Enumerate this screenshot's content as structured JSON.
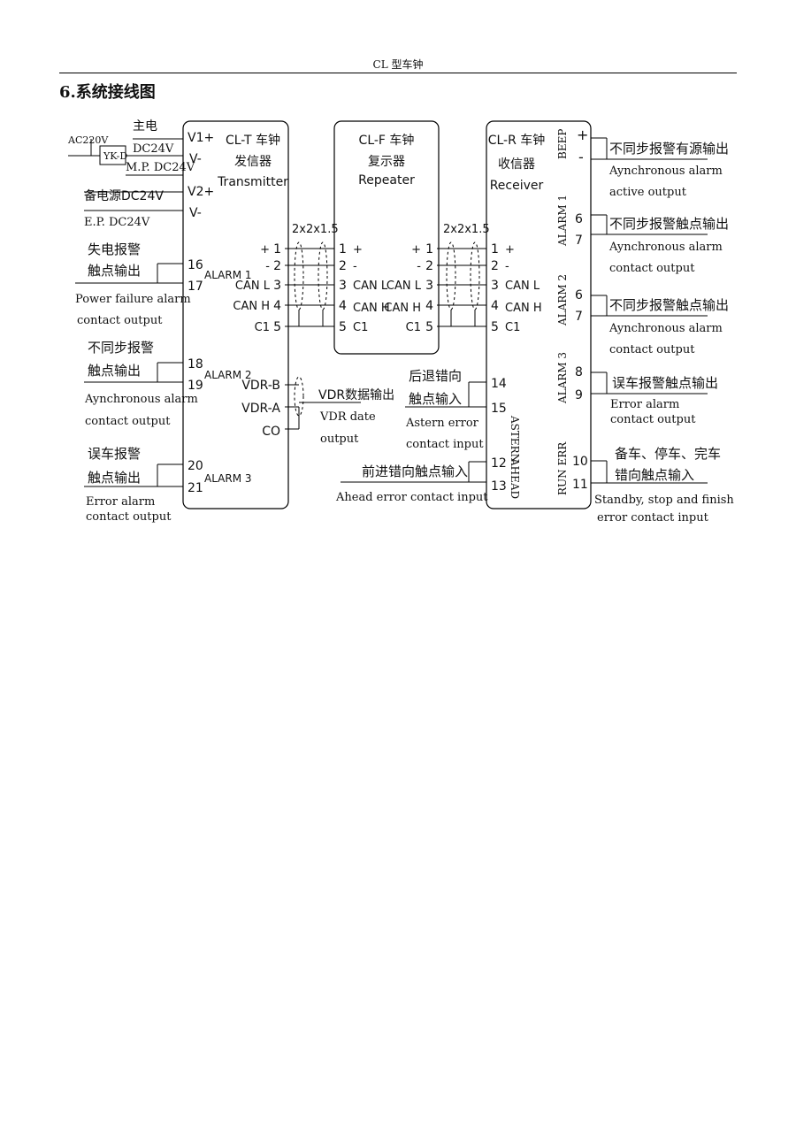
{
  "header": {
    "title": "CL 型车钟",
    "section_title": "6.系统接线图"
  },
  "left_side": {
    "ac": "AC220V",
    "yk": "YK-D",
    "main_power": "主电",
    "dc24v": "DC24V",
    "mp": "M.P. DC24V",
    "backup_power": "备电源DC24V",
    "ep": "E.P. DC24V",
    "power_fail_cn1": "失电报警",
    "power_fail_cn2": "触点输出",
    "power_fail_en1": "Power failure alarm",
    "power_fail_en2": "contact output",
    "async_cn1": "不同步报警",
    "async_cn2": "触点输出",
    "async_en1": "Aynchronous alarm",
    "async_en2": "contact output",
    "error_cn1": "误车报警",
    "error_cn2": "触点输出",
    "error_en1": "Error alarm",
    "error_en2": "contact output"
  },
  "transmitter": {
    "name": "CL-T 车钟",
    "name_cn": "发信器",
    "name_en": "Transmitter",
    "v1p": "V1+",
    "v1m": "V-",
    "v2p": "V2+",
    "v2m": "V-",
    "alarm1": "ALARM 1",
    "alarm2": "ALARM 2",
    "alarm3": "ALARM 3",
    "t16": "16",
    "t17": "17",
    "t18": "18",
    "t19": "19",
    "t20": "20",
    "t21": "21",
    "vdrb": "VDR-B",
    "vdra": "VDR-A",
    "co": "CO",
    "bus": [
      {
        "label": "+",
        "num": "1"
      },
      {
        "label": "-",
        "num": "2"
      },
      {
        "label": "CAN L",
        "num": "3"
      },
      {
        "label": "CAN H",
        "num": "4"
      },
      {
        "label": "C1",
        "num": "5"
      }
    ]
  },
  "repeater": {
    "name": "CL-F 车钟",
    "name_cn": "复示器",
    "name_en": "Repeater",
    "left_bus": [
      {
        "num": "1",
        "label": "+"
      },
      {
        "num": "2",
        "label": "-"
      },
      {
        "num": "3",
        "label": "CAN L"
      },
      {
        "num": "4",
        "label": "CAN H"
      },
      {
        "num": "5",
        "label": "C1"
      }
    ],
    "right_bus": [
      {
        "label": "+",
        "num": "1"
      },
      {
        "label": "-",
        "num": "2"
      },
      {
        "label": "CAN L",
        "num": "3"
      },
      {
        "label": "CAN H",
        "num": "4"
      },
      {
        "label": "C1",
        "num": "5"
      }
    ]
  },
  "receiver": {
    "name": "CL-R 车钟",
    "name_cn": "收信器",
    "name_en": "Receiver",
    "beep": "BEEP",
    "plus": "+",
    "minus": "-",
    "alarm1": "ALARM 1",
    "alarm2": "ALARM 2",
    "alarm3": "ALARM 3",
    "astern": "ASTERN",
    "ahead": "AHEAD",
    "run_err": "RUN ERR",
    "a1_6": "6",
    "a1_7": "7",
    "a2_6": "6",
    "a2_7": "7",
    "a3_8": "8",
    "a3_9": "9",
    "t14": "14",
    "t15": "15",
    "t12": "12",
    "t13": "13",
    "t10": "10",
    "t11": "11",
    "bus": [
      {
        "num": "1",
        "label": "+"
      },
      {
        "num": "2",
        "label": "-"
      },
      {
        "num": "3",
        "label": "CAN L"
      },
      {
        "num": "4",
        "label": "CAN H"
      },
      {
        "num": "5",
        "label": "C1"
      }
    ]
  },
  "cable": {
    "spec_left": "2x2x1.5",
    "spec_right": "2x2x1.5"
  },
  "vdr": {
    "cn": "VDR数据输出",
    "en1": "VDR date",
    "en2": "output"
  },
  "middle_inputs": {
    "astern_cn1": "后退错向",
    "astern_cn2": "触点输入",
    "astern_en1": "Astern error",
    "astern_en2": "contact input",
    "ahead_cn": "前进错向触点输入",
    "ahead_en": "Ahead error contact input"
  },
  "right_side": {
    "beep_cn": "不同步报警有源输出",
    "beep_en1": "Aynchronous alarm",
    "beep_en2": "active output",
    "a1_cn": "不同步报警触点输出",
    "a1_en1": "Aynchronous alarm",
    "a1_en2": "contact output",
    "a2_cn": "不同步报警触点输出",
    "a2_en1": "Aynchronous alarm",
    "a2_en2": "contact output",
    "a3_cn": "误车报警触点输出",
    "a3_en1": "Error alarm",
    "a3_en2": "contact output",
    "run_cn1": "备车、停车、完车",
    "run_cn2": "错向触点输入",
    "run_en1": "Standby, stop and finish",
    "run_en2": "error contact input"
  }
}
